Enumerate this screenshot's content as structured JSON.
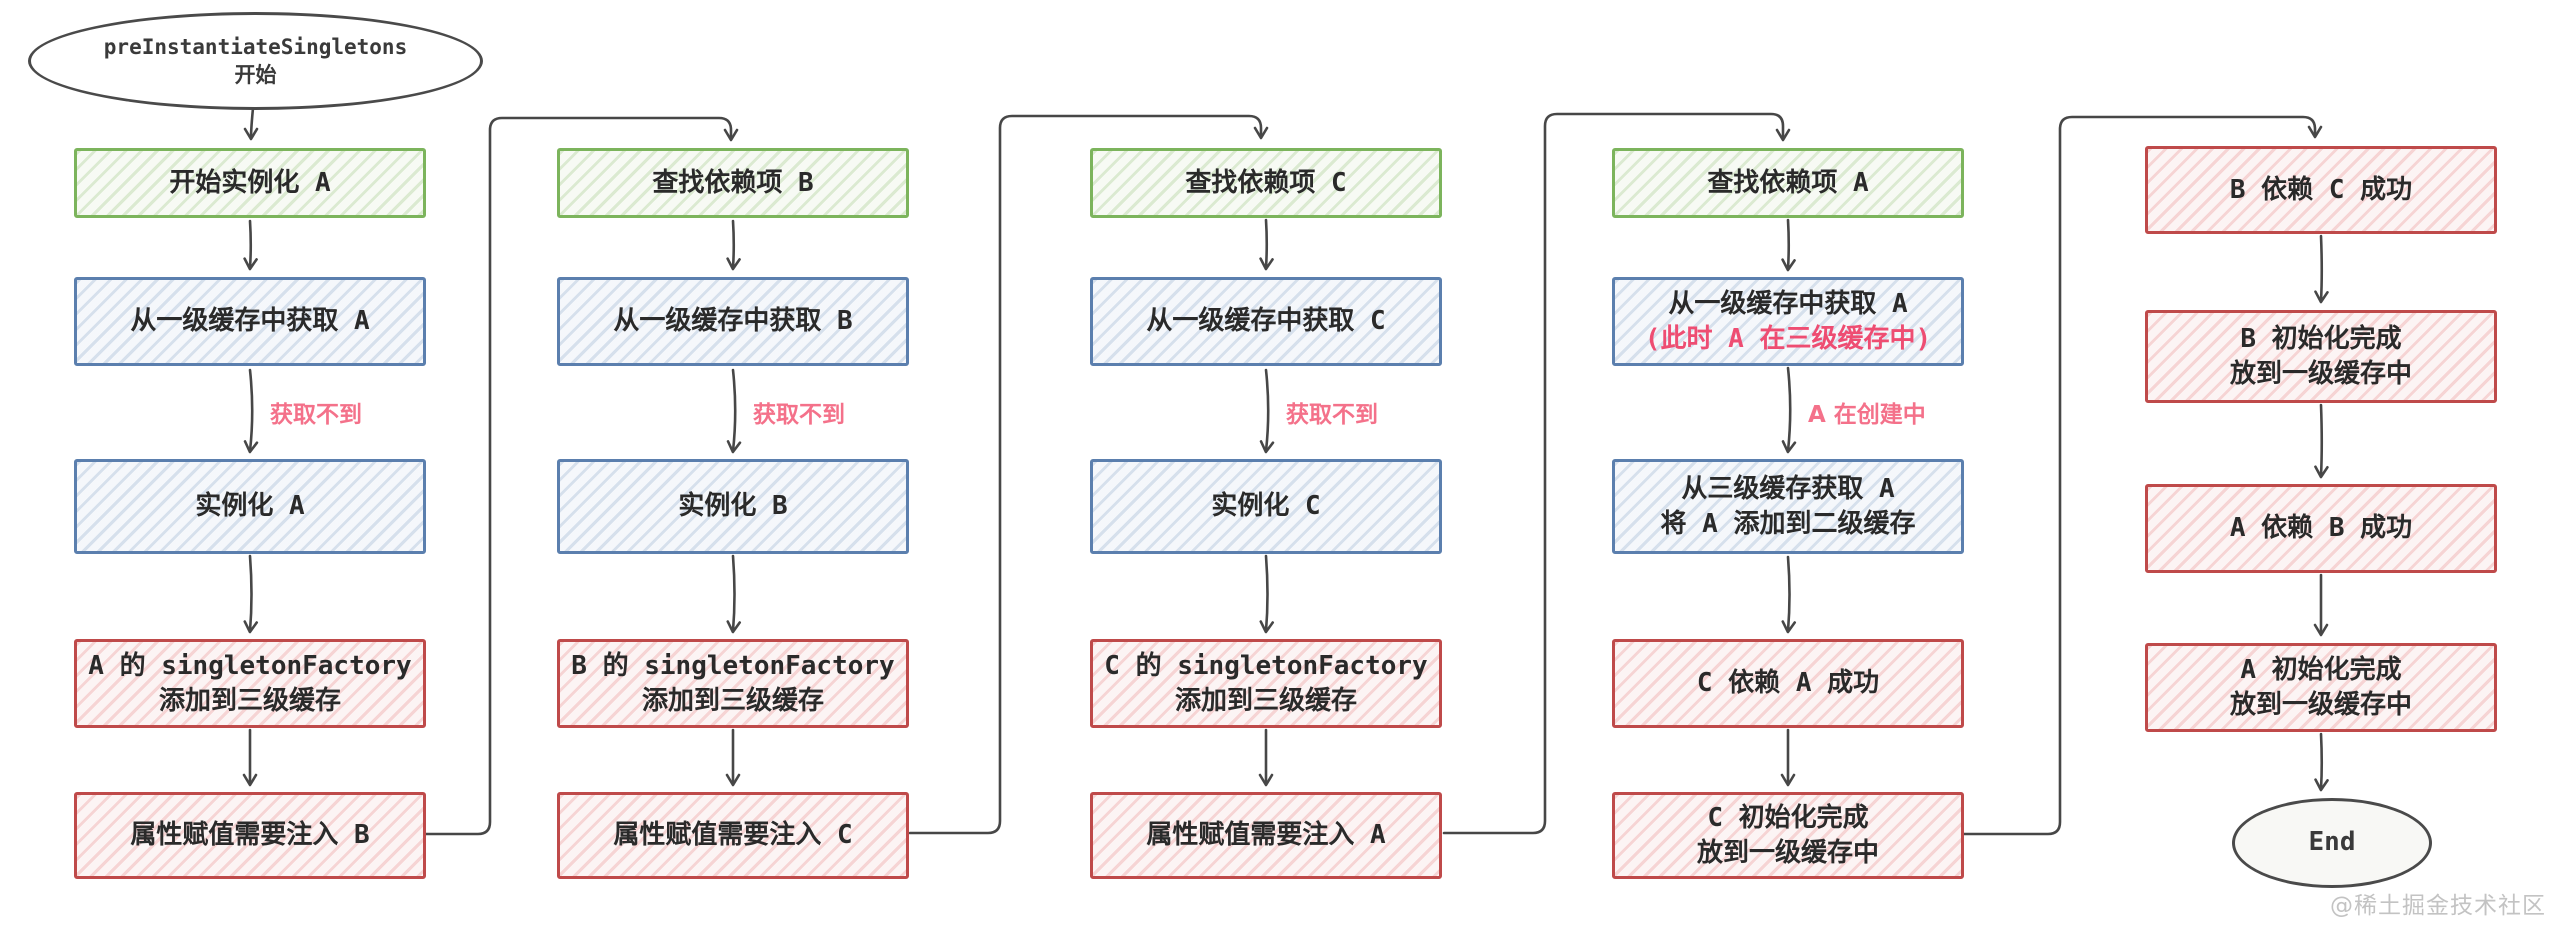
{
  "title": "Spring preInstantiateSingletons three-level-cache flowchart",
  "colors": {
    "green_border": "#7cb45c",
    "blue_border": "#5b7fae",
    "red_border": "#bf4a4a",
    "edge_label_pink": "#f4718a",
    "sub_line_pink": "#ee4d72",
    "arrow": "#474747",
    "watermark_gray": "#c3c3c3"
  },
  "start": {
    "lines": [
      "preInstantiateSingletons",
      "开始"
    ]
  },
  "end": {
    "label": "End"
  },
  "columns": [
    {
      "edge_label": "获取不到",
      "nodes": [
        {
          "kind": "green",
          "lines": [
            "开始实例化 A"
          ]
        },
        {
          "kind": "blue",
          "lines": [
            "从一级缓存中获取 A"
          ]
        },
        {
          "kind": "blue",
          "lines": [
            "实例化 A"
          ]
        },
        {
          "kind": "red",
          "lines": [
            "A 的 singletonFactory",
            "添加到三级缓存"
          ]
        },
        {
          "kind": "red",
          "lines": [
            "属性赋值需要注入 B"
          ]
        }
      ]
    },
    {
      "edge_label": "获取不到",
      "nodes": [
        {
          "kind": "green",
          "lines": [
            "查找依赖项 B"
          ]
        },
        {
          "kind": "blue",
          "lines": [
            "从一级缓存中获取 B"
          ]
        },
        {
          "kind": "blue",
          "lines": [
            "实例化 B"
          ]
        },
        {
          "kind": "red",
          "lines": [
            "B 的 singletonFactory",
            "添加到三级缓存"
          ]
        },
        {
          "kind": "red",
          "lines": [
            "属性赋值需要注入 C"
          ]
        }
      ]
    },
    {
      "edge_label": "获取不到",
      "nodes": [
        {
          "kind": "green",
          "lines": [
            "查找依赖项 C"
          ]
        },
        {
          "kind": "blue",
          "lines": [
            "从一级缓存中获取 C"
          ]
        },
        {
          "kind": "blue",
          "lines": [
            "实例化 C"
          ]
        },
        {
          "kind": "red",
          "lines": [
            "C 的 singletonFactory",
            "添加到三级缓存"
          ]
        },
        {
          "kind": "red",
          "lines": [
            "属性赋值需要注入 A"
          ]
        }
      ]
    },
    {
      "edge_label": "A 在创建中",
      "nodes": [
        {
          "kind": "green",
          "lines": [
            "查找依赖项 A"
          ]
        },
        {
          "kind": "blue",
          "lines": [
            "从一级缓存中获取 A"
          ],
          "sub_red": "(此时 A 在三级缓存中)"
        },
        {
          "kind": "blue",
          "lines": [
            "从三级缓存获取 A",
            "将 A 添加到二级缓存"
          ]
        },
        {
          "kind": "red",
          "lines": [
            "C 依赖 A 成功"
          ]
        },
        {
          "kind": "red",
          "lines": [
            "C 初始化完成",
            "放到一级缓存中"
          ]
        }
      ]
    },
    {
      "nodes": [
        {
          "kind": "red",
          "lines": [
            "B 依赖 C 成功"
          ]
        },
        {
          "kind": "red",
          "lines": [
            "B 初始化完成",
            "放到一级缓存中"
          ]
        },
        {
          "kind": "red",
          "lines": [
            "A 依赖 B 成功"
          ]
        },
        {
          "kind": "red",
          "lines": [
            "A 初始化完成",
            "放到一级缓存中"
          ]
        }
      ]
    }
  ],
  "watermark": "@稀土掘金技术社区"
}
